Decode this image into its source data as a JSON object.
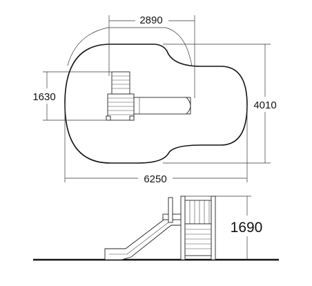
{
  "dimensions": {
    "top_width": "2890",
    "left_height": "1630",
    "right_height": "4010",
    "bottom_width": "6250",
    "elevation_height": "1690"
  }
}
